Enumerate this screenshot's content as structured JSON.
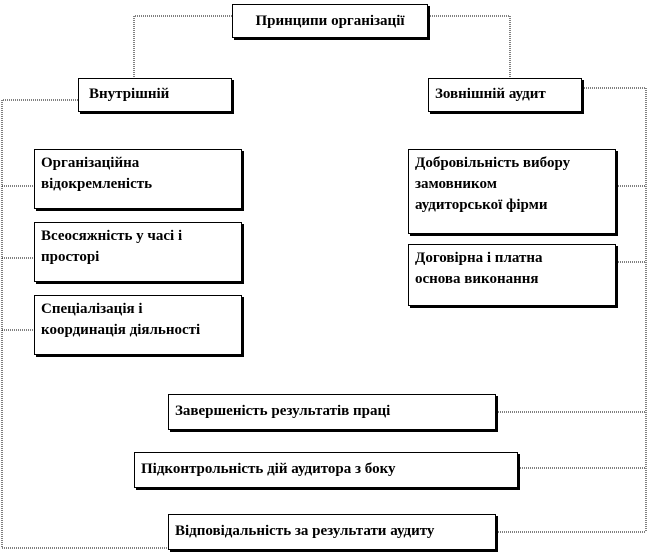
{
  "diagram": {
    "root": "Принципи організації",
    "left_branch": {
      "title": "Внутрішній",
      "items": [
        "Організаційна\nвідокремленість",
        "Всеосяжність у часі і\nпросторі",
        "Спеціалізація  і\nкоординація діяльності"
      ]
    },
    "right_branch": {
      "title": "Зовнішній аудит",
      "items": [
        "Добровільність вибору\nзамовником\nаудиторської фірми",
        "Договірна і платна\nоснова виконання"
      ]
    },
    "common": [
      "Завершеність результатів праці",
      "Підконтрольність дій аудитора з боку",
      "Відповідальність за результати аудиту"
    ]
  }
}
